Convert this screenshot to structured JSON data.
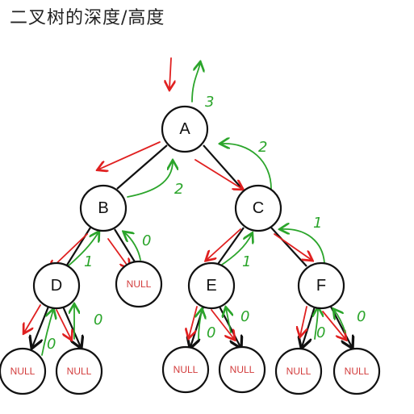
{
  "title": "二叉树的深度/高度",
  "nodes": {
    "A": "A",
    "B": "B",
    "C": "C",
    "D": "D",
    "E": "E",
    "F": "F",
    "null_label": "NULL"
  },
  "height_annotations": {
    "A": "3",
    "B": "2",
    "C": "2",
    "D": "1",
    "E": "1",
    "F": "1",
    "B_right_null": "0",
    "D_left_null": "0",
    "D_right_null": "0",
    "E_left_null": "0",
    "E_right_null": "0",
    "F_left_null": "0",
    "F_right_null": "0"
  },
  "colors": {
    "recursion_down": "#e02020",
    "return_up": "#2ba52b",
    "null_text": "#d23b3b"
  }
}
